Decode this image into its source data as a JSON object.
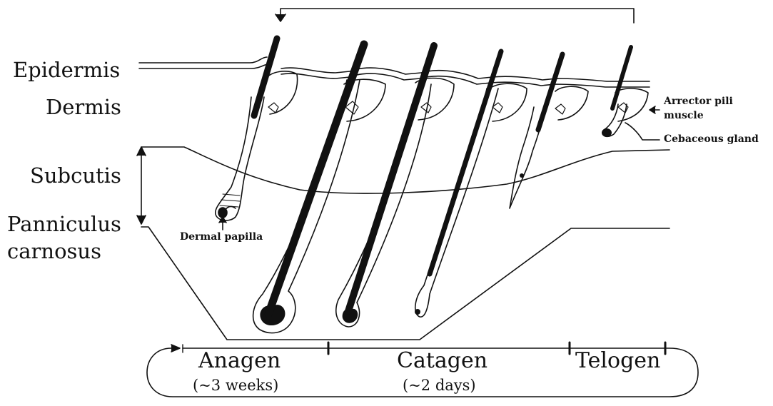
{
  "layers": {
    "epidermis": "Epidermis",
    "dermis": "Dermis",
    "subcutis": "Subcutis",
    "panniculus_line1": "Panniculus",
    "panniculus_line2": "carnosus"
  },
  "annotations": {
    "dermal_papilla": "Dermal papilla",
    "arrector_line1": "Arrector pili",
    "arrector_line2": "muscle",
    "sebaceous_gland": "Cebaceous gland"
  },
  "phases": [
    {
      "name": "Anagen",
      "duration": "(~3 weeks)"
    },
    {
      "name": "Catagen",
      "duration": "(~2 days)"
    },
    {
      "name": "Telogen",
      "duration": ""
    }
  ],
  "colors": {
    "ink": "#111111",
    "background": "#ffffff"
  }
}
